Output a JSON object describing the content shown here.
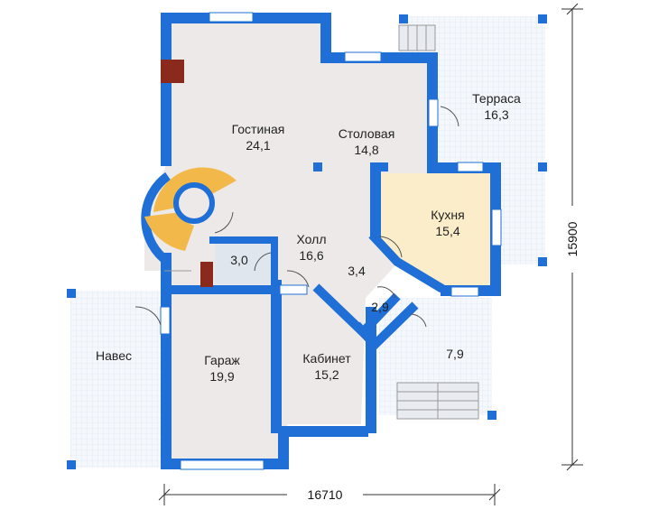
{
  "rooms": {
    "living": {
      "name": "Гостиная",
      "area": "24,1"
    },
    "dining": {
      "name": "Столовая",
      "area": "14,8"
    },
    "terrace": {
      "name": "Терраса",
      "area": "16,3"
    },
    "kitchen": {
      "name": "Кухня",
      "area": "15,4"
    },
    "hall": {
      "name": "Холл",
      "area": "16,6"
    },
    "bath": {
      "area": "3,0"
    },
    "corridor": {
      "area": "3,4"
    },
    "wc": {
      "area": "2,9"
    },
    "porch": {
      "area": "7,9"
    },
    "canopy": {
      "name": "Навес"
    },
    "garage": {
      "name": "Гараж",
      "area": "19,9"
    },
    "office": {
      "name": "Кабинет",
      "area": "15,2"
    }
  },
  "dimensions": {
    "width": "16710",
    "height": "15900"
  },
  "colors": {
    "wall": "#1f6fd6",
    "floor": "#ede9e9",
    "kitchen": "#fbedc9",
    "stair": "#f2b84a",
    "grid": "#e7eef7",
    "chimney": "#8a2a1c"
  }
}
